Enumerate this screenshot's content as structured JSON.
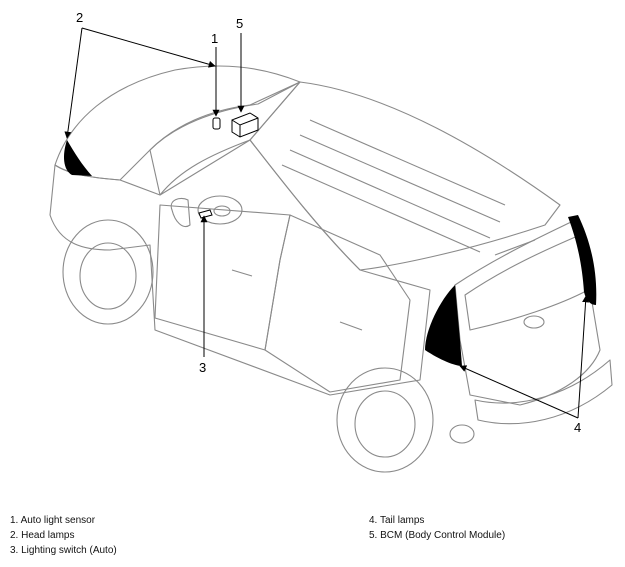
{
  "callouts": {
    "c1": "1",
    "c2": "2",
    "c3": "3",
    "c4": "4",
    "c5": "5"
  },
  "legend": {
    "left": [
      "1. Auto light sensor",
      "2. Head lamps",
      "3. Lighting switch (Auto)"
    ],
    "right": [
      "4. Tail lamps",
      "5. BCM (Body Control Module)"
    ]
  },
  "colors": {
    "outline": "#8a8a8a",
    "lamp_fill": "#000000",
    "leader": "#000000"
  }
}
